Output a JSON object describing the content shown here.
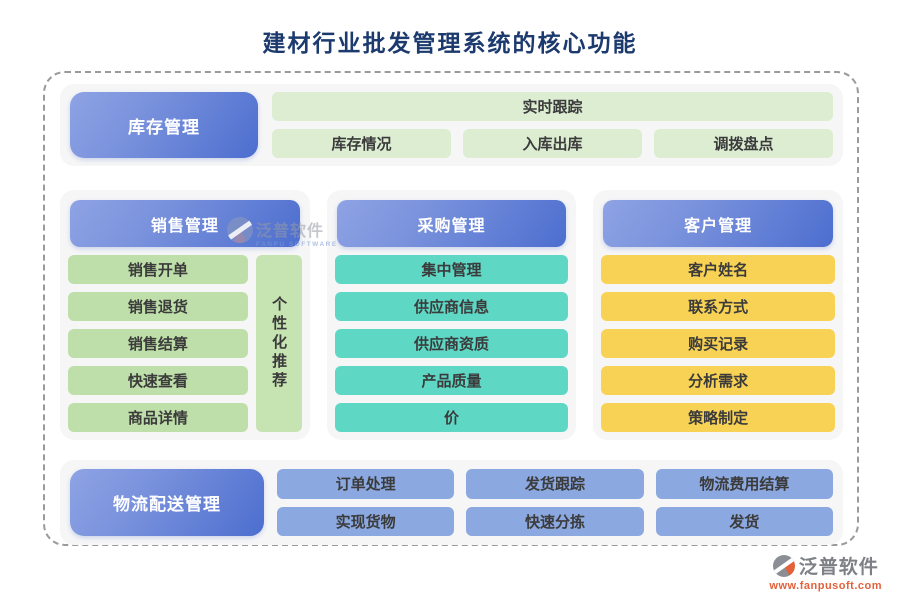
{
  "title": "建材行业批发管理系统的核心功能",
  "colors": {
    "title_navy": "#1c3a6e",
    "header_gradient_start": "#8ea3e4",
    "header_gradient_end": "#4c6ecf",
    "pill_light_green": "#dcedd2",
    "pill_green": "#bedfa9",
    "pill_teal": "#5ed7c5",
    "pill_yellow": "#f8d254",
    "pill_blue": "#8ba8e0",
    "section_bg": "#f6f6f7",
    "dashed_border": "#9a9a9a",
    "footer_orange": "#e2613b",
    "footer_gray": "#7d8085"
  },
  "icons": {
    "watermark_logo": "fanpu-swoosh-circle",
    "brand_logo": "fanpu-swoosh-circle"
  },
  "inventory": {
    "header": "库存管理",
    "wide_pill": "实时跟踪",
    "pills": [
      "库存情况",
      "入库出库",
      "调拨盘点"
    ]
  },
  "columns": [
    {
      "header": "销售管理",
      "pills": [
        "销售开单",
        "销售退货",
        "销售结算",
        "快速查看",
        "商品详情"
      ],
      "side_pill": "个性化推荐"
    },
    {
      "header": "采购管理",
      "pills": [
        "集中管理",
        "供应商信息",
        "供应商资质",
        "产品质量",
        "价"
      ]
    },
    {
      "header": "客户管理",
      "pills": [
        "客户姓名",
        "联系方式",
        "购买记录",
        "分析需求",
        "策略制定"
      ]
    }
  ],
  "logistics": {
    "header": "物流配送管理",
    "pills": [
      "订单处理",
      "发货跟踪",
      "物流费用结算",
      "实现货物",
      "快速分拣",
      "发货"
    ]
  },
  "watermark": {
    "text": "泛普软件",
    "subtext": "FANPU SOFTWARE"
  },
  "footer": {
    "brand": "泛普软件",
    "url": "www.fanpusoft.com"
  }
}
